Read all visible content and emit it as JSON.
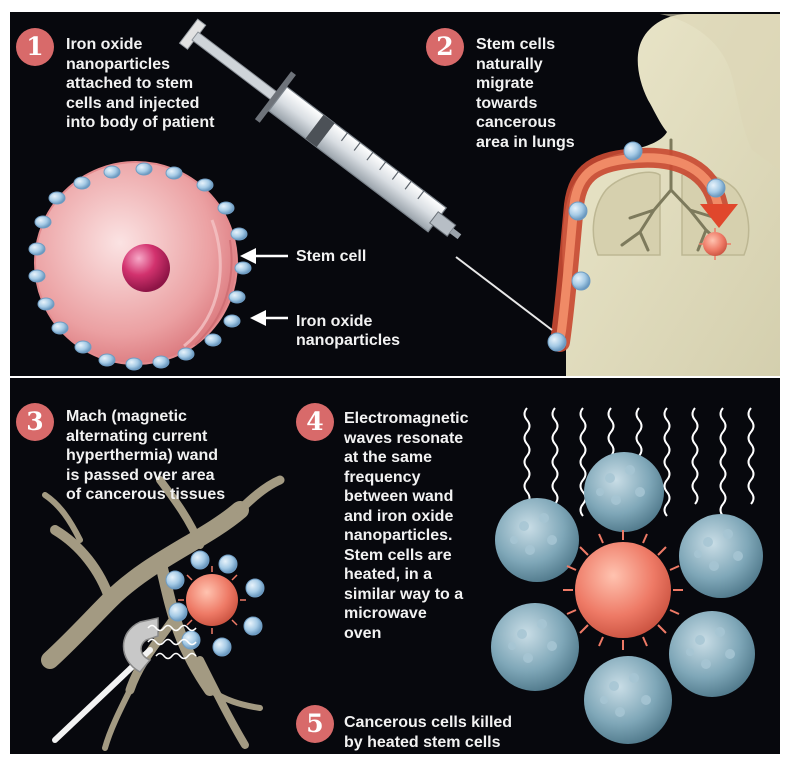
{
  "colors": {
    "background": "#07080d",
    "badge": "#d86a6a",
    "text": "#f2f2f2",
    "stem_cell": "#eba0a2",
    "nucleus": "#d2326e",
    "nanoparticle": "#a6cbe6",
    "cancer_cell": "#ee7a66",
    "silhouette": "#e6e1c2",
    "arrow": "#e0472c",
    "healthy_cell": "#7fa7b8"
  },
  "icons": [
    "syringe-icon",
    "stem-cell-icon",
    "woman-silhouette-icon",
    "lungs-icon",
    "wand-icon",
    "cancer-cell-icon",
    "wave-icon"
  ],
  "steps": [
    {
      "number": "1",
      "text": "Iron oxide\nnanoparticles\nattached to stem\ncells and injected\ninto body of  patient"
    },
    {
      "number": "2",
      "text": "Stem cells\nnaturally\nmigrate\ntowards\ncancerous\narea in lungs"
    },
    {
      "number": "3",
      "text": "Mach (magnetic\nalternating current\nhyperthermia) wand\nis passed over area\nof  cancerous tissues"
    },
    {
      "number": "4",
      "text": "Electromagnetic\nwaves resonate\nat the same\nfrequency\nbetween wand\nand iron oxide\nnanoparticles.\nStem cells are\nheated, in a\nsimilar way to a\nmicrowave\noven"
    },
    {
      "number": "5",
      "text": "Cancerous cells killed\nby heated stem  cells"
    }
  ],
  "labels": {
    "stem_cell": "Stem cell",
    "nanoparticles": "Iron oxide\nnanoparticles"
  }
}
